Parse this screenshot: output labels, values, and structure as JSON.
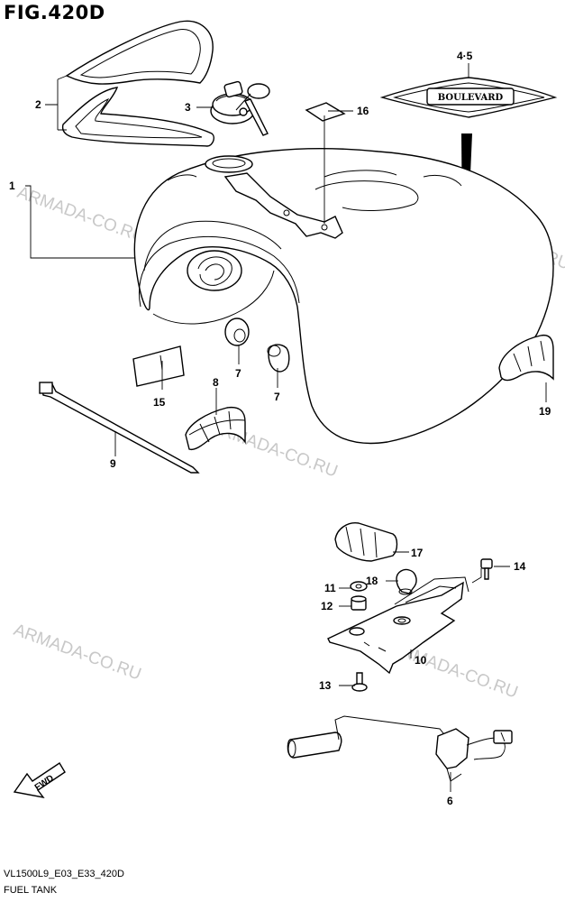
{
  "figure": {
    "title": "FIG.420D",
    "code": "VL1500L9_E03_E33_420D",
    "name": "FUEL TANK"
  },
  "watermark": "ARMADA-CO.RU",
  "emblem_text": "BOULEVARD",
  "fwd_label": "FWD",
  "callouts": {
    "c1": "1",
    "c2": "2",
    "c3": "3",
    "c45": "4·5",
    "c6": "6",
    "c7a": "7",
    "c7b": "7",
    "c8": "8",
    "c9": "9",
    "c10": "10",
    "c11": "11",
    "c12": "12",
    "c13": "13",
    "c14": "14",
    "c15": "15",
    "c16": "16",
    "c17": "17",
    "c18": "18",
    "c19": "19"
  }
}
